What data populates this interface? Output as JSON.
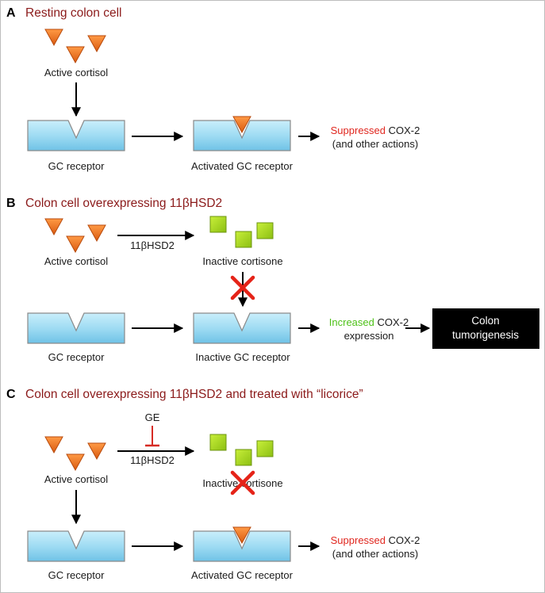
{
  "panels": {
    "a": {
      "letter": "A",
      "title": "Resting colon cell",
      "cortisol_label": "Active cortisol",
      "receptor_label": "GC receptor",
      "activated_label": "Activated GC receptor",
      "outcome_colored": "Suppressed",
      "outcome_rest": " COX-2",
      "outcome_line2": "(and other actions)"
    },
    "b": {
      "letter": "B",
      "title": "Colon cell overexpressing 11βHSD2",
      "cortisol_label": "Active cortisol",
      "enzyme_label": "11βHSD2",
      "cortisone_label": "Inactive cortisone",
      "receptor_label": "GC receptor",
      "inactive_receptor_label": "Inactive GC receptor",
      "outcome_colored": "Increased",
      "outcome_rest": " COX-2",
      "outcome_line2": "expression",
      "result_line1": "Colon",
      "result_line2": "tumorigenesis"
    },
    "c": {
      "letter": "C",
      "title": "Colon cell overexpressing 11βHSD2 and treated with “licorice”",
      "inhibitor_label": "GE",
      "enzyme_label": "11βHSD2",
      "cortisol_label": "Active cortisol",
      "cortisone_label": "Inactive cortisone",
      "receptor_label": "GC receptor",
      "activated_label": "Activated GC receptor",
      "outcome_colored": "Suppressed",
      "outcome_rest": " COX-2",
      "outcome_line2": "(and other actions)"
    }
  },
  "colors": {
    "header": "#8b1a1a",
    "suppressed": "#e0261e",
    "increased": "#4fc21a",
    "cortisol": "#f07a1f",
    "cortisone": "#a6d81c",
    "receptor": "#9fdcf3",
    "block_x": "#e52318",
    "inhibit": "#d62b24"
  }
}
